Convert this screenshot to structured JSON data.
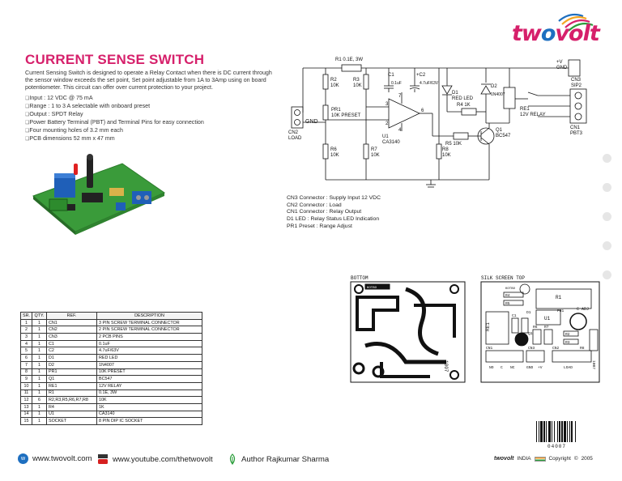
{
  "brand": {
    "logo_text_a": "tw",
    "logo_text_o": "o",
    "logo_text_b": "volt"
  },
  "title": "CURRENT SENSE SWITCH",
  "intro": "Current Sensing Switch is designed to operate a Relay Contact when there is DC current through the sensor window exceeds the set point, Set point adjustable from 1A to 3Amp using on board potentiometer. This circuit can offer over current protection to your project.",
  "specs": [
    "Input : 12 VDC @ 75 mA",
    "Range : 1 to 3 A selectable with onboard preset",
    "Output : SPDT Relay",
    "Power Battery Terminal (PBT) and Terminal Pins for easy connection",
    "Four mounting holes of 3.2 mm each",
    "PCB dimensions 52 mm x 47 mm"
  ],
  "schematic": {
    "r1": "R1   0.1E, 3W",
    "r2": "R2",
    "r2v": "10K",
    "r3": "R3",
    "r3v": "10K",
    "c1": "C1",
    "c1v": "0.1uF",
    "c2": "+C2",
    "c2v": "4.7uF/63V",
    "d1": "D1",
    "d1v": "RED LED",
    "d2": "D2",
    "d2v": "1N4007",
    "r4": "R4    1K",
    "re1": "RE1",
    "re1v": "12V RELAY",
    "cn3": "CN3",
    "cn3v": "SIP2",
    "cn1": "CN1",
    "cn1v": "PBT3",
    "cn2": "CN2",
    "cn2v": "LOAD",
    "gnd": "GND",
    "vplus": "+V",
    "vgnd": "GND",
    "pr1": "PR1",
    "pr1v": "10K PRESET",
    "u1": "U1",
    "u1v": "CA3140",
    "q1": "Q1",
    "q1v": "BC547",
    "r5": "R5    10K",
    "r6": "R6",
    "r6v": "10K",
    "r7": "R7",
    "r7v": "10K",
    "r8": "R8",
    "r8v": "10K",
    "pin3": "3",
    "pin2": "2",
    "pin4": "4",
    "pin6": "6",
    "pin7": "7"
  },
  "notes": [
    "CN3 Connector : Supply Input 12 VDC",
    "CN2 Connector : Load",
    "CN1 Connector : Relay Output",
    "D1 LED : Relay Status LED Indication",
    "PR1 Preset : Range Adjust"
  ],
  "bom": {
    "headers": [
      "SR.",
      "QTY.",
      "REF.",
      "DESCRIPTION"
    ],
    "rows": [
      [
        "1",
        "1",
        "CN1",
        "3 PIN SCREW TERMINAL CONNECTOR"
      ],
      [
        "2",
        "1",
        "CN2",
        "2 PIN SCREW TERMINAL CONNECTOR"
      ],
      [
        "3",
        "1",
        "CN3",
        "2 PCB PINS"
      ],
      [
        "4",
        "1",
        "C1",
        "0.1uF"
      ],
      [
        "5",
        "1",
        "C2",
        "4.7uF/63V"
      ],
      [
        "6",
        "1",
        "D1",
        "RED LED"
      ],
      [
        "7",
        "1",
        "D2",
        "1N4007"
      ],
      [
        "8",
        "1",
        "PR1",
        "10K PRESET"
      ],
      [
        "9",
        "1",
        "Q1",
        "BC547"
      ],
      [
        "10",
        "1",
        "RE1",
        "12V RELAY"
      ],
      [
        "11",
        "1",
        "R1",
        "0.1E, 3W"
      ],
      [
        "12",
        "6",
        "R2,R3,R5,R6,R7,R8",
        "10K"
      ],
      [
        "13",
        "1",
        "R4",
        "1K"
      ],
      [
        "14",
        "1",
        "U1",
        "CA3140"
      ],
      [
        "15",
        "1",
        "SOCKET",
        "8 PIN DIP IC SOCKET"
      ]
    ]
  },
  "pcb": {
    "bottom_label": "BOTTOM",
    "top_label": "SILK SCREEN TOP",
    "bottom_brand": "KOTBO",
    "top_brand": "KOTBO",
    "bottom_code": "1007",
    "top_labels": [
      "R4",
      "R5",
      "R1",
      "C ADJ",
      "U1",
      "RE1",
      "C1",
      "Q1",
      "R6",
      "R7",
      "PR1",
      "R2",
      "R3",
      "CN1",
      "CN3",
      "CN2",
      "NO",
      "C",
      "NC",
      "GND",
      "+V",
      "LOAD",
      "1007",
      "R8",
      "D1"
    ]
  },
  "barcode_number": "04007",
  "footer": {
    "website": "www.twovolt.com",
    "youtube": "www.youtube.com/thetwovolt",
    "author": "Author Rajkumar Sharma",
    "copyright_brand": "twovolt",
    "country": "INDIA",
    "copyright": "Copyright",
    "year": "2005"
  },
  "colors": {
    "accent": "#d6206b",
    "brand_blue": "#1e6fc0",
    "pcb_green": "#3a9b3a"
  }
}
